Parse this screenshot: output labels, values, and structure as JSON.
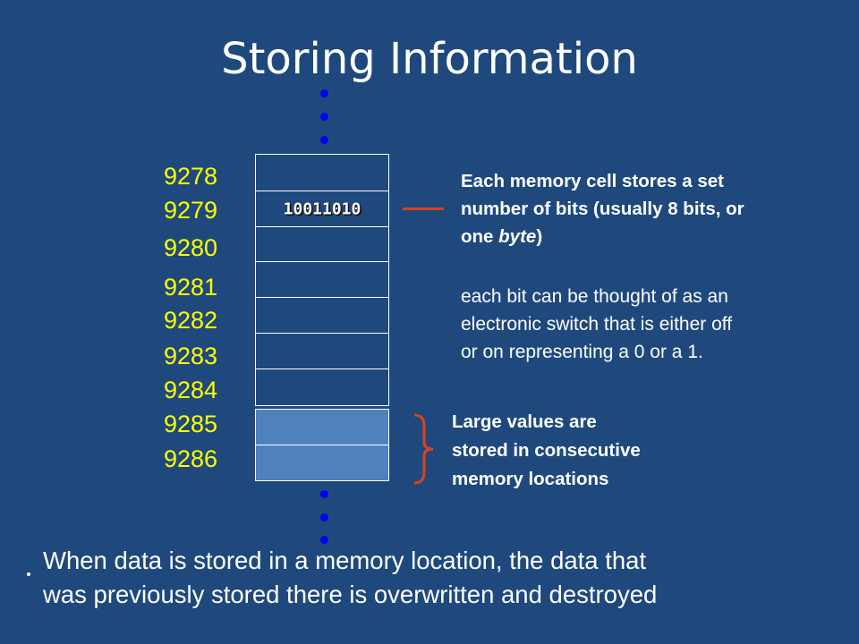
{
  "title": "Storing Information",
  "addresses": [
    "9278",
    "9279",
    "9280",
    "9281",
    "9282",
    "9283",
    "9284",
    "9285",
    "9286"
  ],
  "cell_value": "10011010",
  "description": {
    "line1": "Each memory cell stores a set",
    "line2": "number of bits (usually 8 bits, or",
    "line3_prefix": "one ",
    "line3_italic": "byte",
    "line3_suffix": ")"
  },
  "bit_note": {
    "line1": "each bit can be thought of as an",
    "line2": "electronic switch that is either off",
    "line3": "or on representing a 0 or a 1."
  },
  "large_values": {
    "line1": "Large values are",
    "line2": "stored in consecutive",
    "line3": "memory locations"
  },
  "bottom_note": {
    "line1": "When data is  stored in a memory location, the data that",
    "line2": "was  previously  stored there is overwritten and destroyed"
  },
  "colors": {
    "background": "#1f497d",
    "address": "#ffff00",
    "dots": "#0000ee",
    "highlight": "#4f81bd",
    "accent": "#d8431c"
  }
}
